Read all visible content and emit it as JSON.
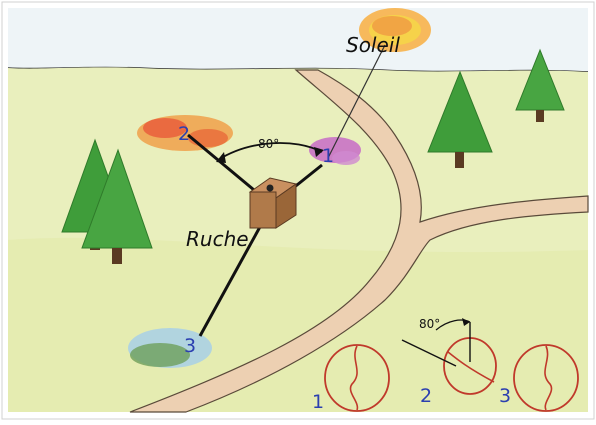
{
  "labels": {
    "sun": "Soleil",
    "hive": "Ruche",
    "food1": "1",
    "food2": "2",
    "food3": "3",
    "angle_top": "80°",
    "angle_dance": "80°",
    "dance1": "1",
    "dance2": "2",
    "dance3": "3"
  },
  "colors": {
    "sky": "#eef4f7",
    "grass": "#e6ecb0",
    "path": "#e8c8a8",
    "tree": "#3f9d3a",
    "hive": "#b07a4a",
    "dance": "#c0392b",
    "numbers": "#2b3fb0"
  }
}
